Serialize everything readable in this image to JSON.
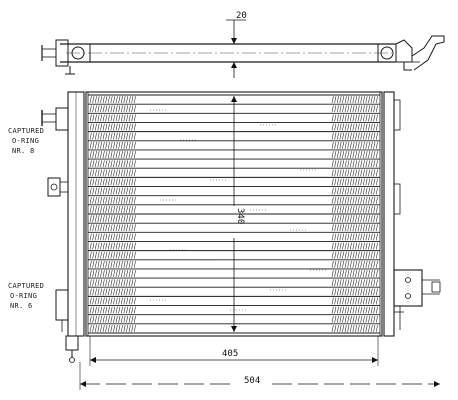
{
  "dimensions": {
    "tube_offset": "20",
    "core_height": "340",
    "core_width": "405",
    "overall_width": "504"
  },
  "labels": {
    "upper_line1": "CAPTURED",
    "upper_line2": "O-RING",
    "upper_line3": "NR. 8",
    "lower_line1": "CAPTURED",
    "lower_line2": "O-RING",
    "lower_line3": "NR. 6"
  },
  "core": {
    "tube_rows": 26,
    "fin_color": "#2b2b2b"
  }
}
